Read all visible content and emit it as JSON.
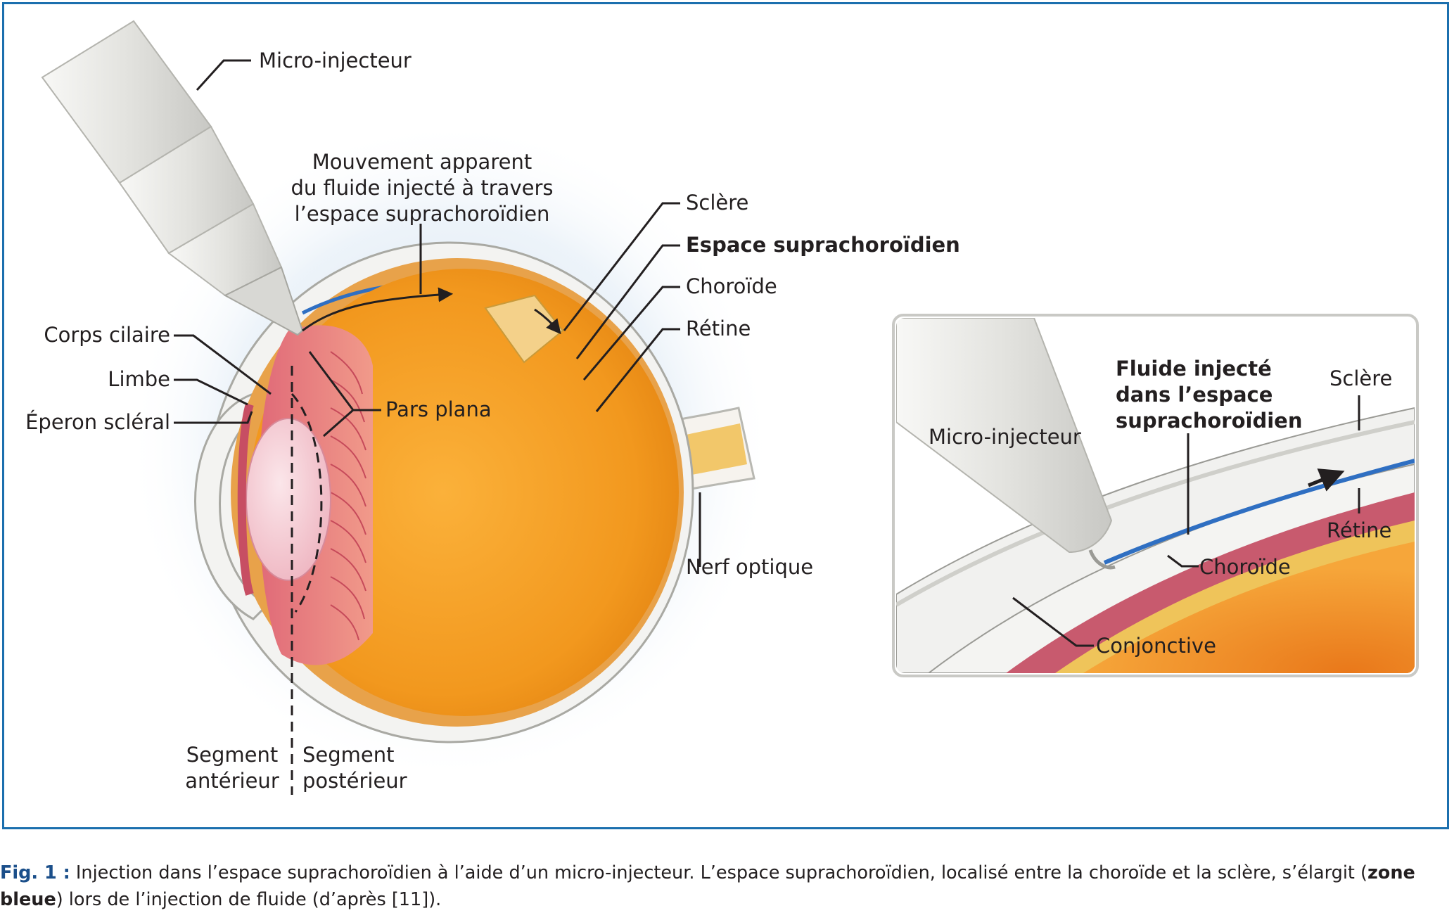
{
  "labels": {
    "micro_injector": "Micro-injecteur",
    "fluid_movement": [
      "Mouvement apparent",
      "du fluide injecté à travers",
      "l’espace suprachoroïdien"
    ],
    "sclera": "Sclère",
    "suprachoroidal_space": "Espace suprachoroïdien",
    "choroid": "Choroïde",
    "retina": "Rétine",
    "ciliary_body": "Corps cilaire",
    "limbus": "Limbe",
    "scleral_spur": "Éperon scléral",
    "pars_plana": "Pars plana",
    "optic_nerve": "Nerf optique",
    "anterior_segment": [
      "Segment",
      "antérieur"
    ],
    "posterior_segment": [
      "Segment",
      "postérieur"
    ]
  },
  "inset": {
    "micro_injector": "Micro-injecteur",
    "injected_fluid": [
      "Fluide injecté",
      "dans l’espace",
      "suprachoroïdien"
    ],
    "sclera": "Sclère",
    "retina": "Rétine",
    "choroid": "Choroïde",
    "conjunctiva": "Conjonctive"
  },
  "caption": {
    "lead": "Fig. 1 :",
    "text_1": " Injection dans l’espace suprachoroïdien à l’aide d’un micro-injecteur. L’espace suprachoroïdien, localisé entre la choroïde et la sclère, s’élargit (",
    "bold": "zone bleue",
    "text_2": ") lors de l’injection de fluide (d’après [11])."
  },
  "colors": {
    "frame": "#1b6fae",
    "caption_lead": "#1b4f8a",
    "fluid_blue": "#2f6fc2",
    "vitreous": "#f29a1c",
    "ciliary": "#d9546a",
    "lens": "#f4c6cf",
    "sclera": "#f2f2f0"
  }
}
